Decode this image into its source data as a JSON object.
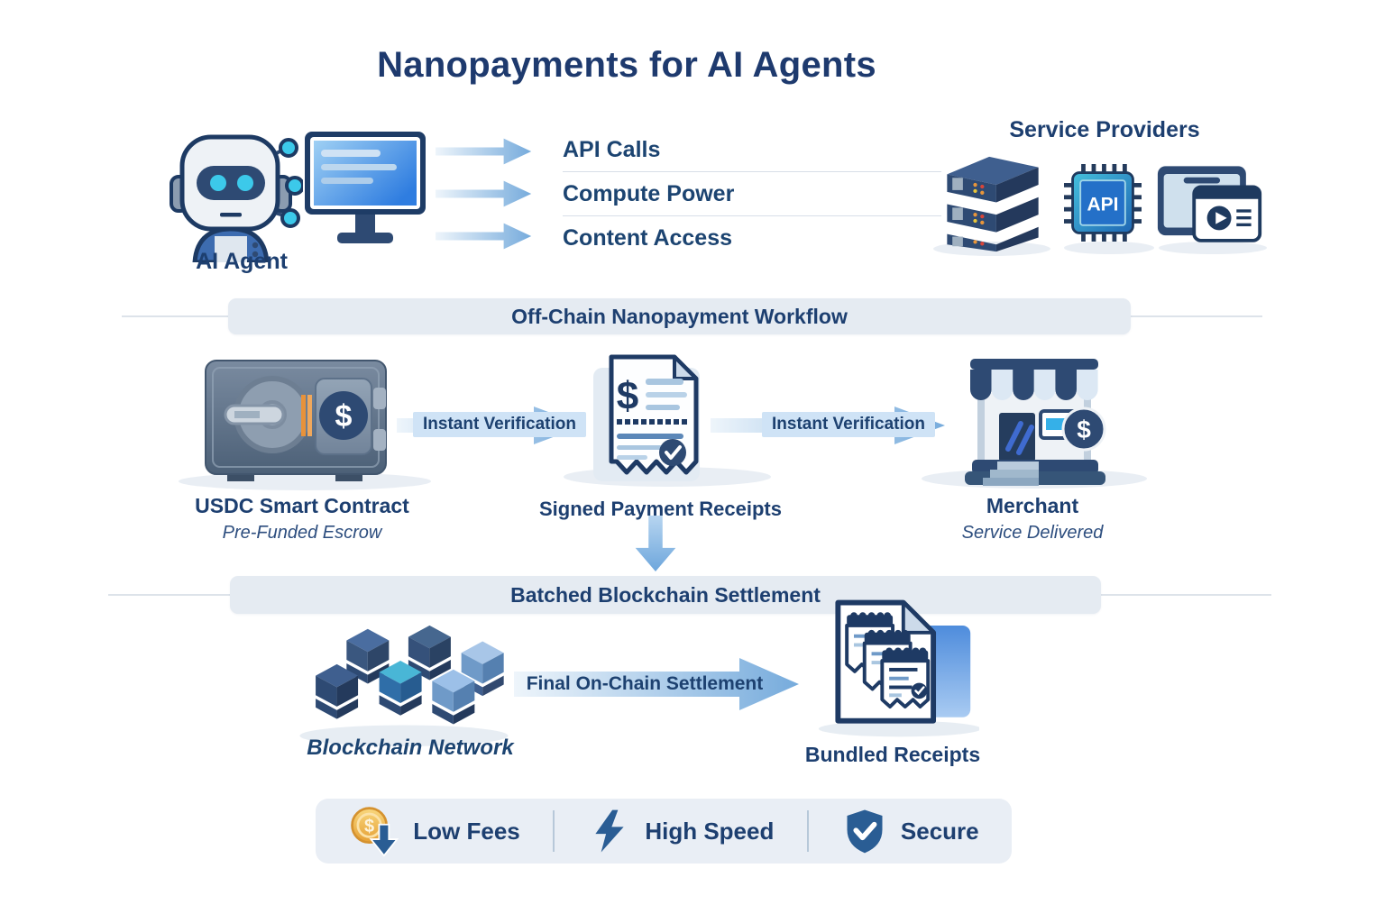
{
  "title": "Nanopayments for AI Agents",
  "top_flow": {
    "agent_label": "AI Agent",
    "services": [
      {
        "label": "API Calls"
      },
      {
        "label": "Compute Power"
      },
      {
        "label": "Content Access"
      }
    ],
    "providers_title": "Service Providers",
    "api_chip_text": "API"
  },
  "workflow": {
    "banner": "Off-Chain Nanopayment Workflow",
    "escrow_title": "USDC Smart Contract",
    "escrow_subtitle": "Pre-Funded Escrow",
    "arrow1_label": "Instant Verification",
    "receipts_title": "Signed Payment Receipts",
    "arrow2_label": "Instant Verification",
    "merchant_title": "Merchant",
    "merchant_subtitle": "Service Delivered"
  },
  "settlement": {
    "banner": "Batched Blockchain Settlement",
    "blockchain_label": "Blockchain Network",
    "arrow_label": "Final On-Chain Settlement",
    "bundled_label": "Bundled Receipts"
  },
  "features": [
    {
      "icon": "coin-down-icon",
      "label": "Low Fees"
    },
    {
      "icon": "lightning-icon",
      "label": "High Speed"
    },
    {
      "icon": "shield-check-icon",
      "label": "Secure"
    }
  ],
  "glyphs": {
    "dollar": "$"
  },
  "colors": {
    "navy_text": "#1d3f70",
    "banner_bg": "#e5ebf2",
    "features_bar_bg": "#e9eef5",
    "arrow_blue": "#76abdc",
    "accent_cyan": "#3cc9ea",
    "coin_gold": "#eda93d",
    "badge_blue": "#2a5d94"
  }
}
